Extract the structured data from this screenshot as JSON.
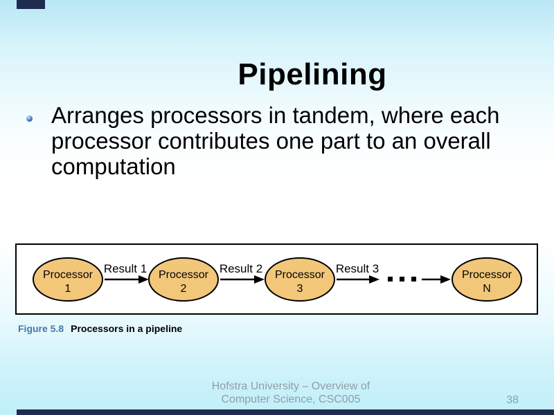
{
  "slide": {
    "title": "Pipelining",
    "bullet": {
      "text": "Arranges processors in tandem, where each processor contributes one part to an overall computation"
    },
    "figure": {
      "caption_label": "Figure 5.8",
      "caption_text": "Processors in a pipeline",
      "nodes": [
        {
          "line1": "Processor",
          "line2": "1"
        },
        {
          "line1": "Processor",
          "line2": "2"
        },
        {
          "line1": "Processor",
          "line2": "3"
        },
        {
          "line1": "Processor",
          "line2": "N"
        }
      ],
      "arrow_labels": [
        "Result 1",
        "Result 2",
        "Result 3"
      ],
      "ellipsis": "..."
    },
    "footer": {
      "line1": "Hofstra University – Overview of",
      "line2": "Computer Science, CSC005",
      "page_number": "38"
    },
    "colors": {
      "accent_bar": "#1f2c50",
      "node_fill": "#f2c77a",
      "caption_label_color": "#4678a8",
      "footer_text": "#8e9ea6"
    }
  }
}
